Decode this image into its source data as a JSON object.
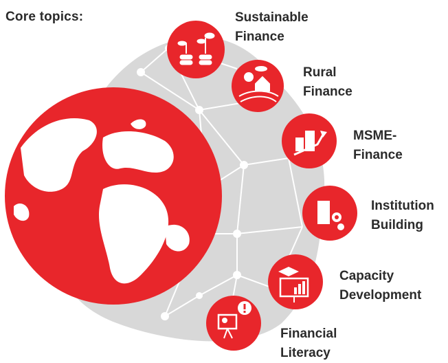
{
  "heading": "Core topics:",
  "colors": {
    "accent": "#e8262b",
    "network": "#d6d6d6",
    "text": "#2b2b2b"
  },
  "topics": [
    {
      "line1": "Sustainable",
      "line2": "Finance",
      "icon": "plant-coins-icon"
    },
    {
      "line1": "Rural",
      "line2": "Finance",
      "icon": "farm-house-icon"
    },
    {
      "line1": "MSME-",
      "line2": "Finance",
      "icon": "growth-buildings-icon"
    },
    {
      "line1": "Institution",
      "line2": "Building",
      "icon": "building-gears-icon"
    },
    {
      "line1": "Capacity",
      "line2": "Development",
      "icon": "presentation-graduate-icon"
    },
    {
      "line1": "Financial",
      "line2": "Literacy",
      "icon": "presenter-idea-icon"
    }
  ]
}
